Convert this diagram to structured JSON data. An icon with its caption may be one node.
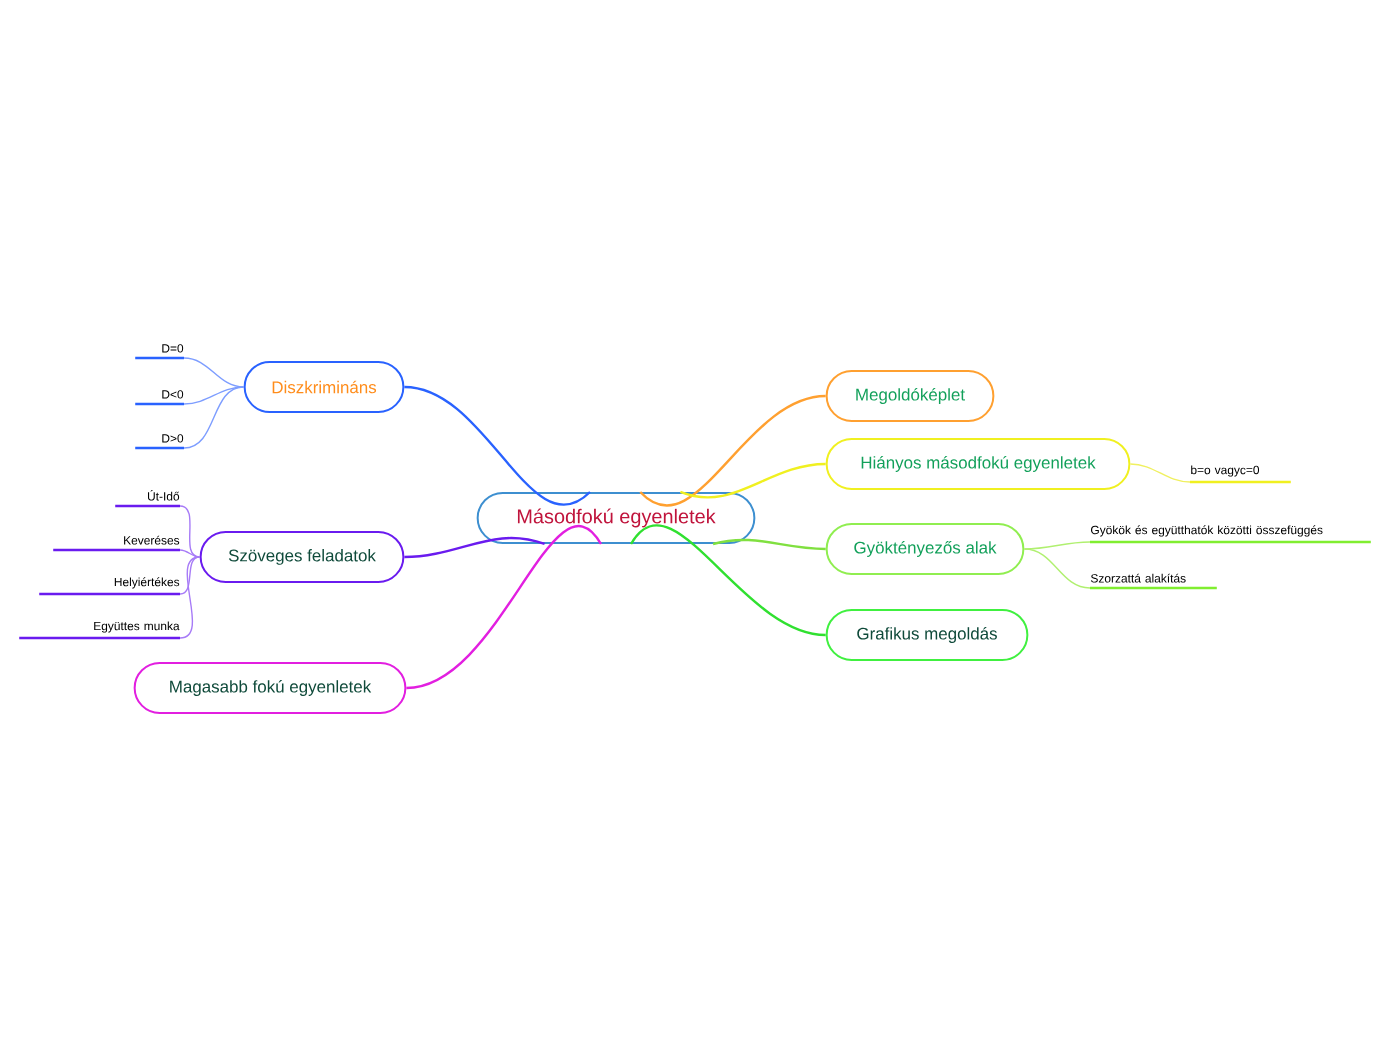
{
  "diagram": {
    "nodes": [
      {
        "text": [
          "Másodfokú egyenletek"
        ]
      },
      {
        "text": [
          "Diszkrimináns"
        ]
      },
      {
        "text": [
          "D=0"
        ]
      },
      {
        "text": [
          "D<0"
        ]
      },
      {
        "text": [
          "D>0"
        ]
      },
      {
        "text": [
          "Szöveges feladatok"
        ]
      },
      {
        "text": [
          "Út-Idő"
        ]
      },
      {
        "text": [
          "Keveréses"
        ]
      },
      {
        "text": [
          "Helyiértékes"
        ]
      },
      {
        "text": [
          "Együttes munka"
        ]
      },
      {
        "text": [
          "Magasabb fokú egyenletek"
        ]
      },
      {
        "text": [
          "Megoldóképlet"
        ]
      },
      {
        "text": [
          "Hiányos másodfokú egyenletek"
        ]
      },
      {
        "text": [
          "b=o vagyc=0"
        ]
      },
      {
        "text": [
          "Gyöktényezős alak"
        ]
      },
      {
        "text": [
          "Gyökök és együtthatók közötti összefüggés"
        ]
      },
      {
        "text": [
          "Szorzattá alakítás"
        ]
      },
      {
        "text": [
          "Grafikus megoldás"
        ]
      }
    ],
    "edges": [
      {
        "from": 0,
        "to": 1,
        "arrow": "none",
        "color": "#2962ff"
      },
      {
        "from": 1,
        "to": 2,
        "arrow": "none",
        "color": "#7d9dff"
      },
      {
        "from": 1,
        "to": 3,
        "arrow": "none",
        "color": "#7d9dff"
      },
      {
        "from": 1,
        "to": 4,
        "arrow": "none",
        "color": "#7d9dff"
      },
      {
        "from": 0,
        "to": 5,
        "arrow": "none",
        "color": "#6a1bef"
      },
      {
        "from": 5,
        "to": 6,
        "arrow": "none",
        "color": "#a77bf7"
      },
      {
        "from": 5,
        "to": 7,
        "arrow": "none",
        "color": "#a77bf7"
      },
      {
        "from": 5,
        "to": 8,
        "arrow": "none",
        "color": "#a77bf7"
      },
      {
        "from": 5,
        "to": 9,
        "arrow": "none",
        "color": "#a77bf7"
      },
      {
        "from": 0,
        "to": 10,
        "arrow": "none",
        "color": "#e21fe0"
      },
      {
        "from": 0,
        "to": 11,
        "arrow": "none",
        "color": "#ffa030"
      },
      {
        "from": 0,
        "to": 12,
        "arrow": "none",
        "color": "#f0f020"
      },
      {
        "from": 12,
        "to": 13,
        "arrow": "none",
        "color": "#f0f060"
      },
      {
        "from": 0,
        "to": 14,
        "arrow": "none",
        "color": "#80e040"
      },
      {
        "from": 14,
        "to": 15,
        "arrow": "none",
        "color": "#b0f070"
      },
      {
        "from": 14,
        "to": 16,
        "arrow": "none",
        "color": "#b0f070"
      },
      {
        "from": 0,
        "to": 17,
        "arrow": "none",
        "color": "#30e030"
      }
    ]
  }
}
